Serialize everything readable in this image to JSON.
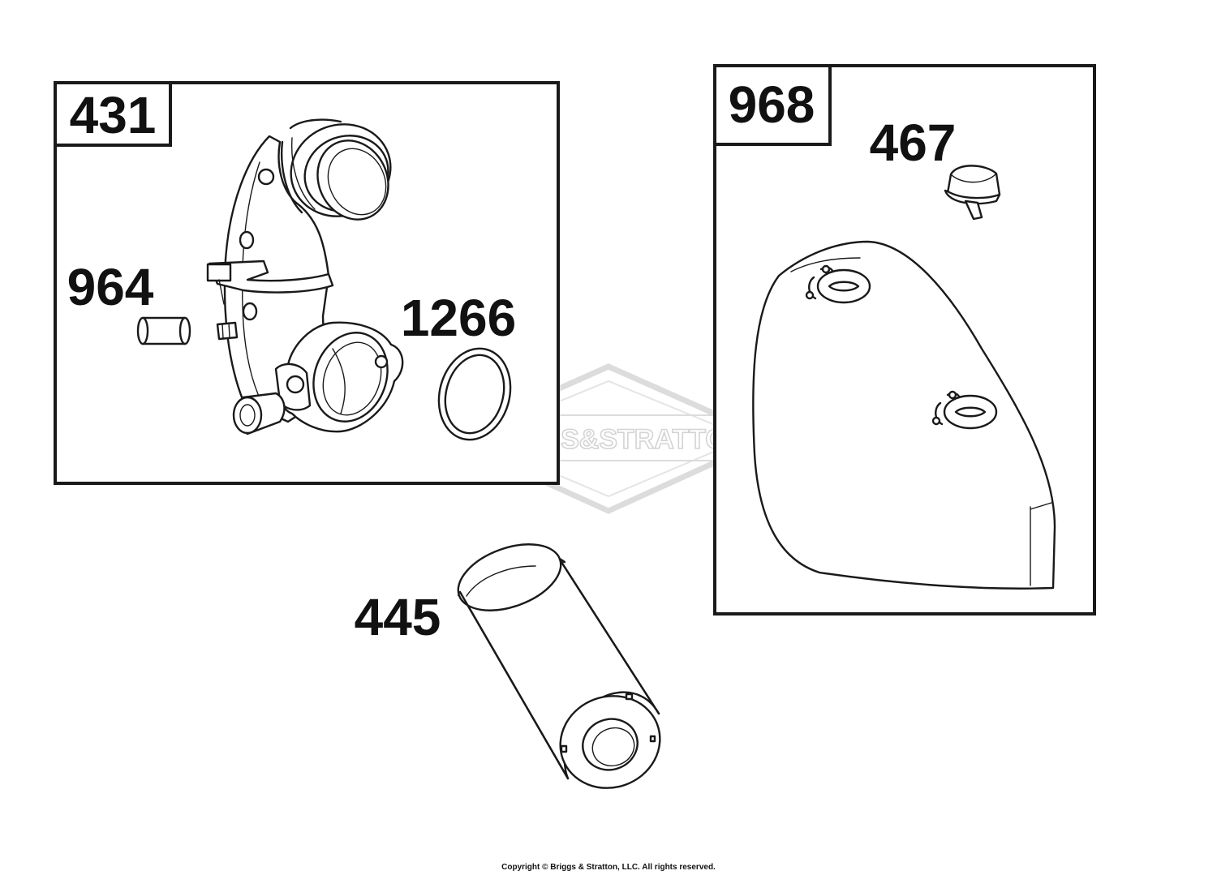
{
  "labels": {
    "housing": "431",
    "collar": "964",
    "seal": "1266",
    "cover": "968",
    "knob": "467",
    "filter": "445"
  },
  "watermark": {
    "text": "BRIGGS&STRATTON",
    "color": "#d4d4d4"
  },
  "copyright": "Copyright © Briggs & Stratton, LLC. All rights reserved.",
  "colors": {
    "line": "#1a1a1a",
    "background": "#ffffff"
  }
}
